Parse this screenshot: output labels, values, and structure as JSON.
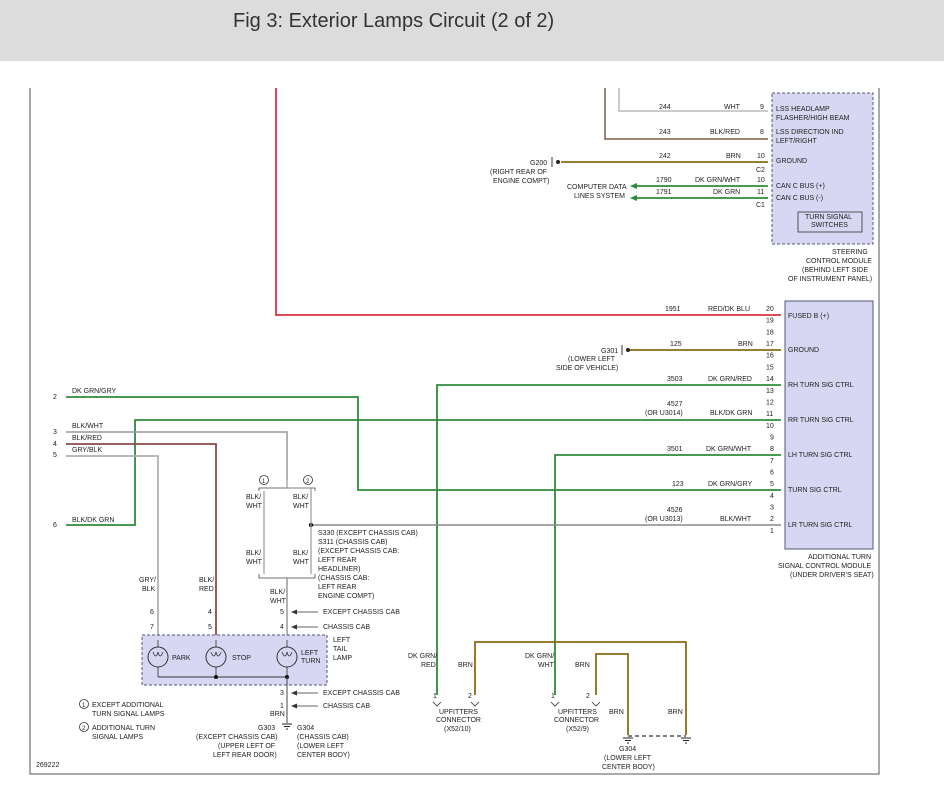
{
  "header": {
    "title": "Fig 3: Exterior Lamps Circuit (2 of 2)"
  },
  "diagram_id": "269222",
  "colors": {
    "red": "#d9343e",
    "brown": "#7b5a49",
    "olive": "#8a6b12",
    "green": "#2e8b3a",
    "gray": "#a6a6a6",
    "module": "#d7d7f3"
  },
  "scm": {
    "pins": [
      {
        "circuit": "244",
        "color": "WHT",
        "pin": "9"
      },
      {
        "circuit": "243",
        "color": "BLK/RED",
        "pin": "8"
      },
      {
        "circuit": "242",
        "color": "BRN",
        "pin": "10"
      },
      {
        "circuit": "1790",
        "color": "DK GRN/WHT",
        "pin": "10"
      },
      {
        "circuit": "1791",
        "color": "DK GRN",
        "pin": "11"
      }
    ],
    "labels": {
      "l1a": "LSS HEADLAMP",
      "l1b": "FLASHER/HIGH BEAM",
      "l2a": "LSS DIRECTION IND",
      "l2b": "LEFT/RIGHT",
      "l3": "GROUND",
      "c2": "C2",
      "l4": "CAN C BUS (+)",
      "l5": "CAN C BUS (-)",
      "c1": "C1",
      "tsa": "TURN SIGNAL",
      "tsb": "SWITCHES"
    },
    "name": [
      "STEERING",
      "CONTROL MODULE",
      "(BEHIND LEFT SIDE",
      "OF INSTRUMENT PANEL)"
    ],
    "g200": "G200",
    "g200_note": [
      "(RIGHT REAR OF",
      "ENGINE COMPT)"
    ],
    "cdl": [
      "COMPUTER DATA",
      "LINES SYSTEM"
    ]
  },
  "atscm": {
    "pin_numbers": [
      "20",
      "19",
      "18",
      "17",
      "16",
      "15",
      "14",
      "13",
      "12",
      "11",
      "10",
      "9",
      "8",
      "7",
      "6",
      "5",
      "4",
      "3",
      "2",
      "1"
    ],
    "func_labels": [
      "FUSED B (+)",
      "GROUND",
      "RH TURN SIG CTRL",
      "RR TURN SIG CTRL",
      "LH TURN SIG CTRL",
      "TURN SIG CTRL",
      "LR TURN SIG CTRL"
    ],
    "wires": [
      {
        "circuit": "1951",
        "color": "RED/DK BLU"
      },
      {
        "circuit": "125",
        "color": "BRN"
      },
      {
        "circuit": "3503",
        "color": "DK GRN/RED"
      },
      {
        "circuit": "4527",
        "alt": "(OR U3014)",
        "color": "BLK/DK GRN"
      },
      {
        "circuit": "3501",
        "color": "DK GRN/WHT"
      },
      {
        "circuit": "123",
        "color": "DK GRN/GRY"
      },
      {
        "circuit": "4526",
        "alt": "(OR U3013)",
        "color": "BLK/WHT"
      }
    ],
    "g301": "G301",
    "g301_note": [
      "(LOWER LEFT",
      "SIDE OF VEHICLE)"
    ],
    "name": [
      "ADDITIONAL TURN",
      "SIGNAL CONTROL MODULE",
      "(UNDER DRIVER'S SEAT)"
    ]
  },
  "left": {
    "nums": [
      "2",
      "3",
      "4",
      "5",
      "6"
    ],
    "wires": [
      "DK GRN/GRY",
      "BLK/WHT",
      "BLK/RED",
      "GRY/BLK",
      "BLK/DK GRN"
    ]
  },
  "lamp": {
    "circle1": "1",
    "circle2": "2",
    "blkwht": "BLK/",
    "wht": "WHT",
    "splice": [
      "S330 (EXCEPT CHASSIS CAB)",
      "S311 (CHASSIS CAB)",
      "(EXCEPT CHASSIS CAB:",
      "LEFT REAR",
      "HEADLINER)",
      "(CHASSIS CAB:",
      "LEFT REAR",
      "ENGINE COMPT)"
    ],
    "grybrk": [
      "GRY/",
      "BLK"
    ],
    "blkred": [
      "BLK/",
      "RED"
    ],
    "pins_top": [
      "6",
      "4",
      "5"
    ],
    "pins_mid": [
      "7",
      "5",
      "4"
    ],
    "except_cc": "EXCEPT CHASSIS CAB",
    "cc": "CHASSIS CAB",
    "park": "PARK",
    "stop": "STOP",
    "left_turn": [
      "LEFT",
      "TURN"
    ],
    "lamp_name": [
      "LEFT",
      "TAIL",
      "LAMP"
    ],
    "pin3": "3",
    "pin1": "1",
    "brn": "BRN",
    "g303": "G303",
    "g303_note": [
      "(EXCEPT CHASSIS CAB)",
      "(UPPER LEFT OF",
      "LEFT REAR DOOR)"
    ],
    "g304": "G304",
    "g304_note": [
      "(CHASSIS CAB)",
      "(LOWER LEFT",
      "CENTER BODY)"
    ]
  },
  "legend": [
    {
      "num": "1",
      "lines": [
        "EXCEPT ADDITIONAL",
        "TURN SIGNAL LAMPS"
      ]
    },
    {
      "num": "2",
      "lines": [
        "ADDITIONAL TURN",
        "SIGNAL LAMPS"
      ]
    }
  ],
  "upfit": {
    "c1": {
      "w1": [
        "DK GRN/",
        "RED"
      ],
      "w2": "BRN",
      "p1": "1",
      "p2": "2",
      "name": [
        "UPFITTERS",
        "CONNECTOR",
        "(X52/10)"
      ]
    },
    "c2": {
      "w1": [
        "DK GRN/",
        "WHT"
      ],
      "w2": "BRN",
      "p1": "1",
      "p2": "2",
      "name": [
        "UPFITTERS",
        "CONNECTOR",
        "(X52/9)"
      ]
    },
    "brn1": "BRN",
    "brn2": "BRN",
    "g304": "G304",
    "g304_note": [
      "(LOWER LEFT",
      "CENTER BODY)"
    ]
  }
}
